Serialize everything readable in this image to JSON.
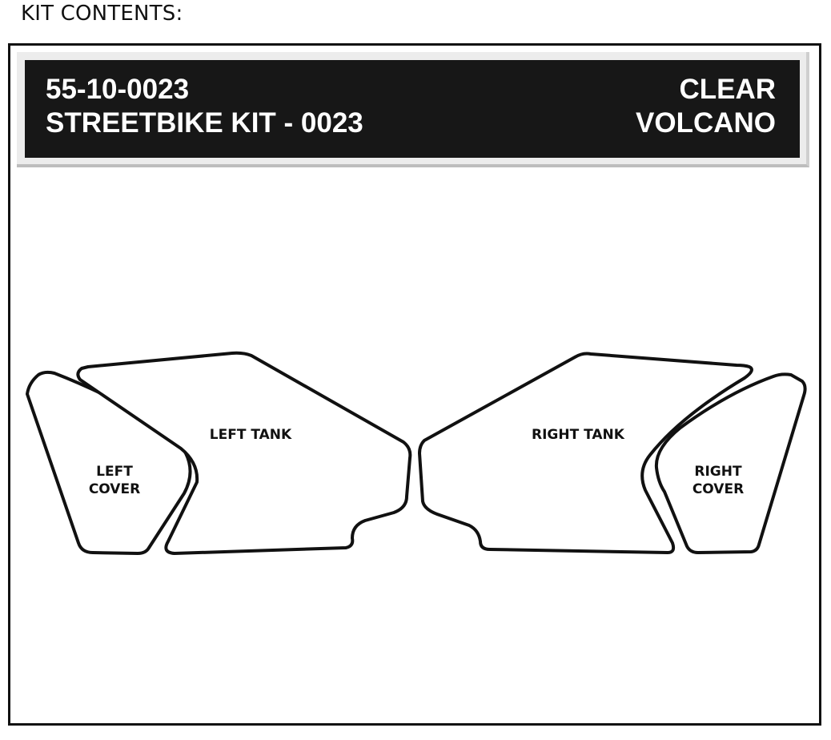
{
  "page": {
    "title": "KIT CONTENTS:"
  },
  "header": {
    "part_number": "55-10-0023",
    "kit_name": "STREETBIKE KIT - 0023",
    "color": "CLEAR",
    "texture": "VOLCANO"
  },
  "pieces": [
    {
      "id": "left-cover",
      "label_line1": "LEFT",
      "label_line2": "COVER"
    },
    {
      "id": "left-tank",
      "label": "LEFT TANK"
    },
    {
      "id": "right-tank",
      "label": "RIGHT TANK"
    },
    {
      "id": "right-cover",
      "label_line1": "RIGHT",
      "label_line2": "COVER"
    }
  ],
  "colors": {
    "header_bg": "#171717",
    "header_text": "#ffffff",
    "outline": "#111111"
  }
}
